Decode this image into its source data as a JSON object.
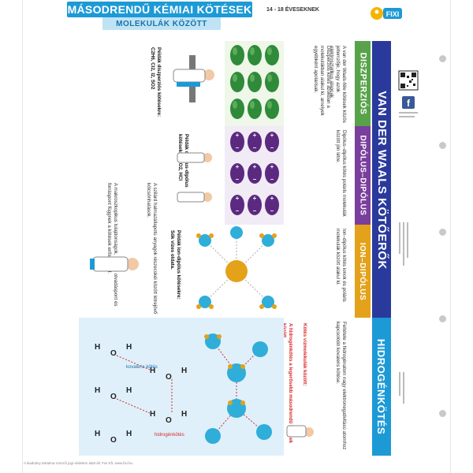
{
  "header": {
    "title": "MÁSODRENDŰ KÉMIAI KÖTÉSEK",
    "subtitle": "MOLEKULÁK KÖZÖTT",
    "age": "14 - 18 ÉVESEKNEK",
    "brand": "FIXI"
  },
  "sections": {
    "van_der_waals": "VAN DER WAALS KÖTŐERŐK",
    "diszperzios": "DISZPERZIÓS",
    "dipolus_dipolus": "DIPÓLUS–DIPÓLUS",
    "ion_dipolus": "ION–DIPÓLUS",
    "hidrogenkotes": "HIDROGÉNKÖTÉS"
  },
  "text": {
    "vdw_intro": "A van der Waals-féle kötések közös jellemzője, hogy azok elektrosztatikus alapúak.",
    "disp_def": "Diszperziós kötés azokban a molekulákban alakul ki, amelyek egyébként apolárisak.",
    "disp_examples": "Példák diszperziós kötésekre: C2H6, Cl2, I2, SO2",
    "dd_def": "Dipólus–dipólus kötés poláris molekulák között jön létre.",
    "dd_examples": "Példák dipólus-dipólus kötésekre: SO2, HCl",
    "id_def": "Ion–dipólus kötés ionok és poláris molekulák között alakul ki.",
    "id_examples": "Példák ion-dipólus kötésekre: Sók vízes oldata.",
    "h_def": "Feltétele a hidrogénatom nagy elektronegativitású atomhoz kapcsolódó kovalens kötése.",
    "h_water": "Kötés vízmolekulák között:",
    "h_second": "A hidrogénkötés a legerősebb másodrendű kötések között.",
    "solid": "A szilárd halmazállapotú anyagok részecskéi között létrejövő kölcsönhatások.",
    "macro": "A makroszkopikus tulajdonságok, mint az olvadáspont és forráspont függnek a kötések erősségétől."
  },
  "labels": {
    "kovalens_kotes": "kovalens kötés",
    "hidrogenkotes_label": "hidrogénkötés",
    "h_atom": "H",
    "o_atom": "O"
  },
  "footer": {
    "text": "A kiadvány tartalma szerzői jogi védelem alatt áll. Fixi Kft. www.fixi.hu"
  },
  "colors": {
    "blue_header": "#1d9ad6",
    "navy": "#2a3a9c",
    "green": "#58a34a",
    "purple": "#7a3e9d",
    "orange": "#e3a21a"
  }
}
